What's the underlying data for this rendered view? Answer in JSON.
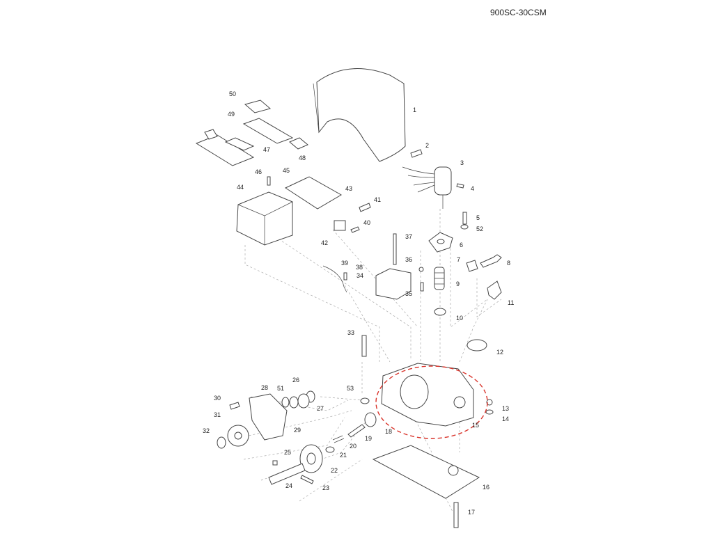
{
  "model_code": "900SC-30CSM",
  "highlight_color": "#d9342b",
  "callouts": [
    "1",
    "2",
    "3",
    "4",
    "5",
    "52",
    "6",
    "7",
    "8",
    "9",
    "10",
    "11",
    "12",
    "13",
    "14",
    "15",
    "16",
    "17",
    "18",
    "19",
    "20",
    "21",
    "22",
    "23",
    "24",
    "25",
    "26",
    "27",
    "28",
    "29",
    "30",
    "31",
    "32",
    "33",
    "34",
    "35",
    "36",
    "37",
    "38",
    "39",
    "40",
    "41",
    "42",
    "43",
    "44",
    "45",
    "46",
    "47",
    "48",
    "49",
    "50",
    "51",
    "53"
  ]
}
